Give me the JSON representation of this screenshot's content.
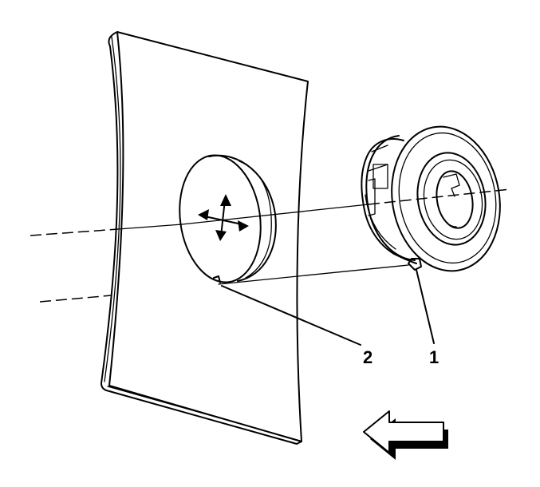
{
  "diagram": {
    "callouts": [
      {
        "id": "callout-1",
        "label": "1"
      },
      {
        "id": "callout-2",
        "label": "2"
      }
    ],
    "colors": {
      "line": "#000000",
      "background": "#ffffff",
      "arrow_fill": "#ffffff",
      "arrow_shadow": "#000000"
    },
    "icons": [
      "direction-arrow-icon",
      "alignment-cross-arrows-icon"
    ]
  }
}
